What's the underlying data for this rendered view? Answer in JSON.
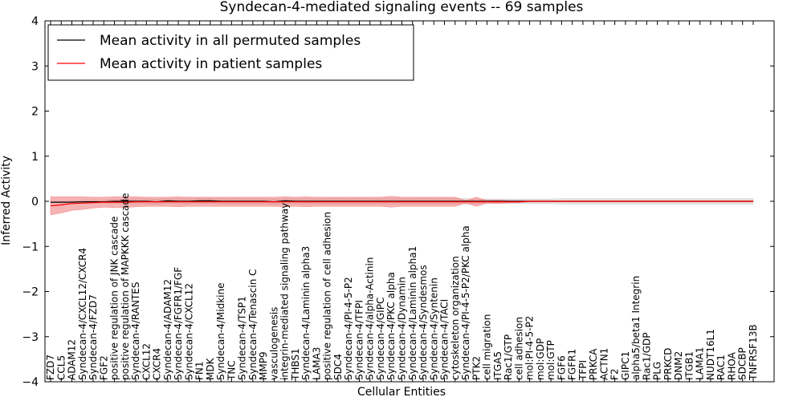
{
  "chart_data": {
    "type": "line",
    "title": "Syndecan-4-mediated signaling events -- 69 samples",
    "xlabel": "Cellular Entities",
    "ylabel": "Inferred Activity",
    "ylim": [
      -4,
      4
    ],
    "yticks": [
      -4,
      -3,
      -2,
      -1,
      0,
      1,
      2,
      3,
      4
    ],
    "grid": false,
    "legend_position": "top-left",
    "categories": [
      "FZD7",
      "CCL5",
      "ADAM12",
      "Syndecan-4/CXCL12/CXCR4",
      "Syndecan-4/FZD7",
      "FGF2",
      "positive regulation of JNK cascade",
      "positive regulation of MAPKKK cascade",
      "Syndecan-4/RANTES",
      "CXCL12",
      "CXCR4",
      "Syndecan-4/ADAM12",
      "Syndecan-4/FGFR1/FGF",
      "Syndecan-4/CXCL12",
      "FN1",
      "MDK",
      "Syndecan-4/Midkine",
      "TNC",
      "Syndecan-4/TSP1",
      "Syndecan-4/Tenascin C",
      "MMP9",
      "vasculogenesis",
      "integrin-mediated signaling pathway",
      "THBS1",
      "Syndecan-4/Laminin alpha3",
      "LAMA3",
      "positive regulation of cell adhesion",
      "SDC4",
      "Syndecan-4/PI-4-5-P2",
      "Syndecan-4/TFPI",
      "Syndecan-4/alpha-Actinin",
      "Syndecan-4/GIPC",
      "Syndecan-4/PKC alpha",
      "Syndecan-4/Dynamin",
      "Syndecan-4/Laminin alpha1",
      "Syndecan-4/Syndesmos",
      "Syndecan-4/Syntenin",
      "Syndecan-4/TACI",
      "cytoskeleton organization",
      "Syndecan-4/PI-4-5-P2/PKC alpha",
      "PTK2",
      "cell migration",
      "ITGA5",
      "Rac1/GTP",
      "cell adhesion",
      "mol:PI-4-5-P2",
      "mol:GDP",
      "mol:GTP",
      "FGF6",
      "FGFR1",
      "TFPI",
      "PRKCA",
      "ACTN1",
      "F2",
      "GIPC1",
      "alpha5/beta1 Integrin",
      "Rac1/GDP",
      "PLG",
      "PRKCD",
      "DNM2",
      "ITGB1",
      "LAMA1",
      "NUDT16L1",
      "RAC1",
      "RHOA",
      "SDCBP",
      "TNFRSF13B"
    ],
    "series": [
      {
        "name": "Mean activity in all permuted samples",
        "color": "#000000",
        "values": [
          -0.02,
          -0.02,
          -0.02,
          -0.01,
          -0.01,
          -0.01,
          0,
          0,
          0,
          0,
          -0.01,
          0.01,
          0,
          0,
          0.01,
          0.01,
          0,
          0,
          0,
          0,
          0,
          -0.01,
          0.01,
          0,
          0,
          0,
          0,
          0,
          0,
          0,
          0,
          0,
          0,
          0,
          0,
          0,
          0,
          0,
          0,
          0,
          0,
          0,
          0,
          0,
          0,
          0,
          0,
          0,
          0,
          0,
          0,
          0,
          0,
          0,
          0,
          0,
          0,
          0,
          0,
          0,
          0,
          0,
          0,
          0,
          0,
          0,
          0
        ],
        "band": [
          0.02,
          0.02,
          0.03,
          0.03,
          0.04,
          0.04,
          0.05,
          0.05,
          0.06,
          0.06,
          0.06,
          0.06,
          0.06,
          0.06,
          0.06,
          0.06,
          0.06,
          0.06,
          0.06,
          0.06,
          0.06,
          0.06,
          0.06,
          0.06,
          0.06,
          0.06,
          0.06,
          0.06,
          0.06,
          0.06,
          0.06,
          0.06,
          0.06,
          0.06,
          0.06,
          0.06,
          0.06,
          0.06,
          0.06,
          0.06,
          0.05,
          0.05,
          0.05,
          0.05,
          0.05,
          0.05,
          0.05,
          0.05,
          0.06,
          0.06,
          0.06,
          0.06,
          0.06,
          0.06,
          0.06,
          0.06,
          0.06,
          0.06,
          0.06,
          0.06,
          0.06,
          0.06,
          0.06,
          0.06,
          0.06,
          0.06,
          0.06
        ],
        "band_color": "#c8c8c8"
      },
      {
        "name": "Mean activity in patient samples",
        "color": "#ff0000",
        "values": [
          -0.1,
          -0.08,
          -0.05,
          -0.04,
          -0.03,
          -0.02,
          -0.02,
          -0.02,
          -0.01,
          -0.01,
          -0.01,
          -0.01,
          -0.01,
          -0.01,
          -0.01,
          -0.01,
          -0.01,
          -0.01,
          -0.01,
          -0.01,
          -0.01,
          -0.01,
          -0.01,
          -0.01,
          -0.01,
          -0.01,
          -0.01,
          -0.01,
          -0.01,
          -0.01,
          -0.01,
          -0.01,
          -0.01,
          -0.01,
          -0.01,
          -0.01,
          -0.01,
          -0.01,
          -0.01,
          -0.01,
          -0.01,
          -0.01,
          -0.01,
          -0.01,
          -0.01,
          0,
          0,
          0,
          0,
          0,
          0,
          0,
          0,
          0,
          0,
          0,
          0,
          0,
          0,
          0,
          0,
          0,
          0,
          0,
          0,
          0,
          0
        ],
        "band": [
          0.2,
          0.18,
          0.15,
          0.14,
          0.12,
          0.11,
          0.12,
          0.12,
          0.11,
          0.1,
          0.1,
          0.1,
          0.11,
          0.1,
          0.1,
          0.1,
          0.1,
          0.1,
          0.1,
          0.1,
          0.1,
          0.1,
          0.11,
          0.1,
          0.11,
          0.1,
          0.1,
          0.1,
          0.1,
          0.1,
          0.1,
          0.1,
          0.12,
          0.1,
          0.1,
          0.1,
          0.1,
          0.1,
          0.1,
          0.03,
          0.1,
          0.03,
          0.04,
          0.02,
          0.02,
          0.01,
          0.01,
          0.01,
          0.01,
          0.01,
          0.01,
          0.01,
          0.01,
          0.01,
          0.01,
          0.01,
          0.01,
          0.01,
          0.01,
          0.01,
          0.01,
          0.01,
          0.01,
          0.01,
          0.01,
          0.01,
          0.01
        ],
        "band_color": "#f08080"
      }
    ]
  }
}
